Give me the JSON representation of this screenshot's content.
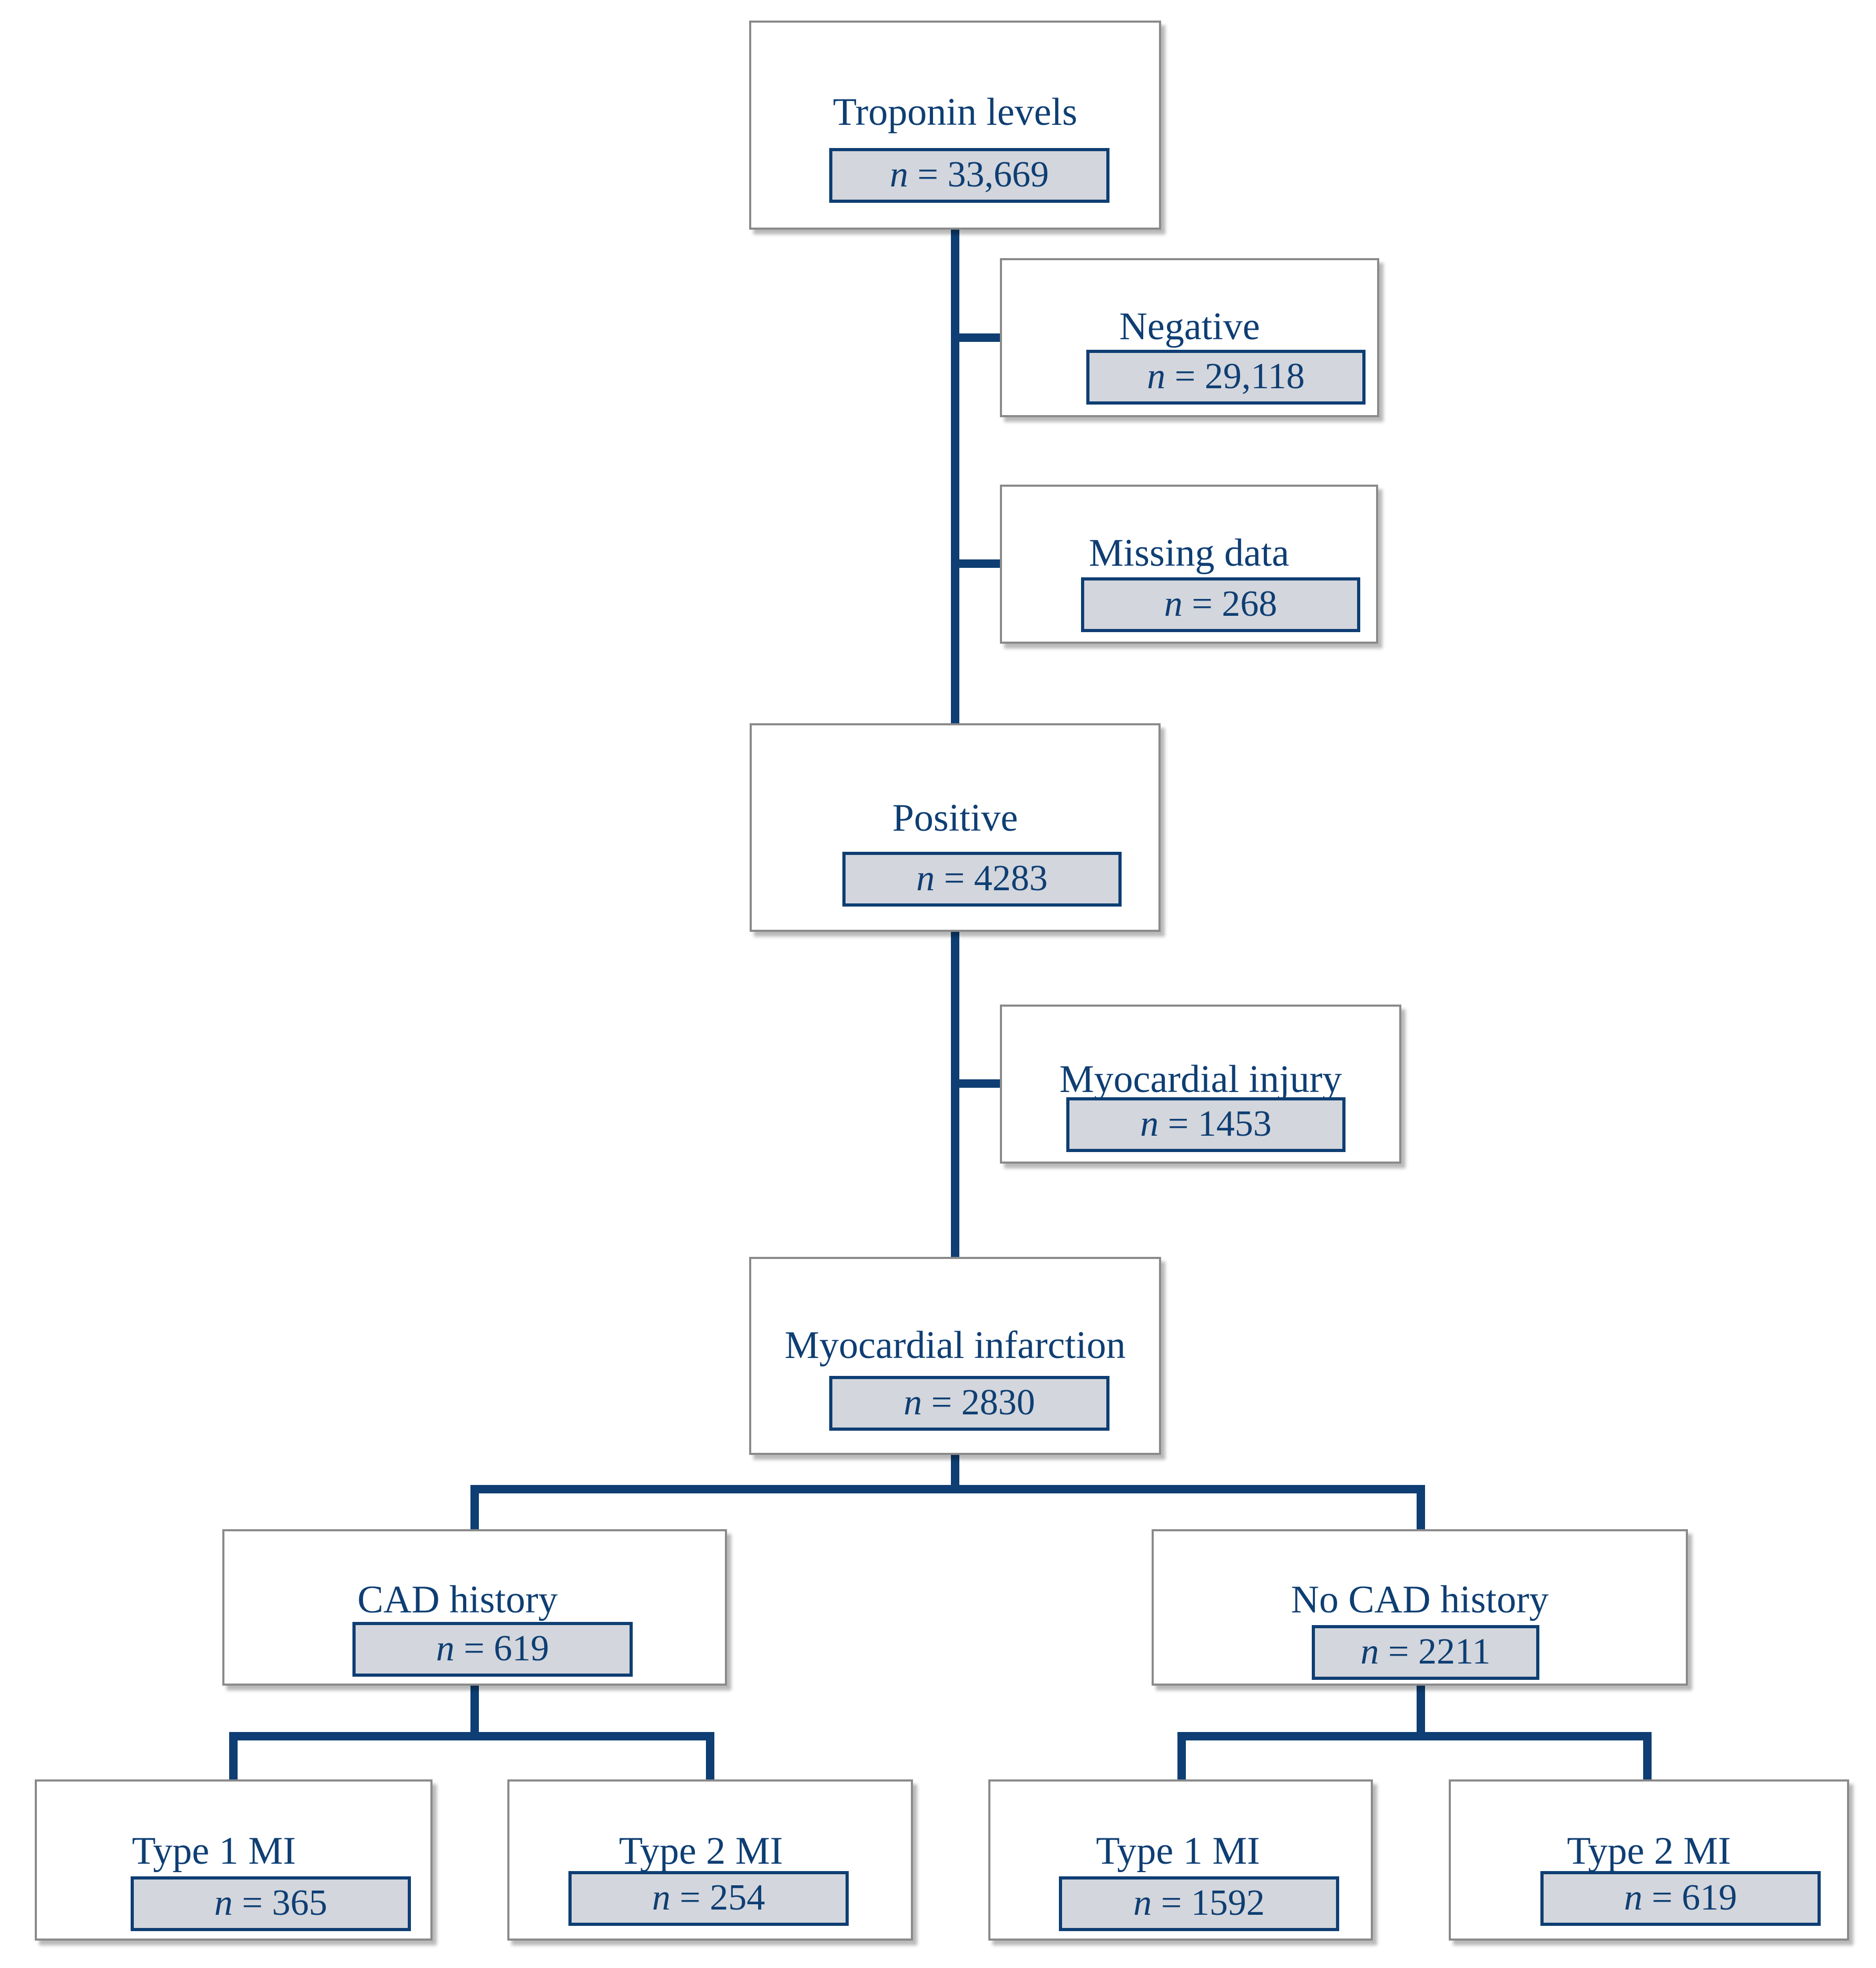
{
  "colors": {
    "primary": "#0e3e73",
    "count_fill": "#d3d6dc",
    "box_border": "#8a8a8a"
  },
  "n_symbol": "n",
  "nodes": {
    "troponin": {
      "label": "Troponin levels",
      "count": " = 33,669"
    },
    "negative": {
      "label": "Negative",
      "count": " = 29,118"
    },
    "missing": {
      "label": "Missing data",
      "count": " = 268"
    },
    "positive": {
      "label": "Positive",
      "count": " = 4283"
    },
    "injury": {
      "label": "Myocardial injury",
      "count": " = 1453"
    },
    "infarction": {
      "label": "Myocardial infarction",
      "count": " = 2830"
    },
    "cad": {
      "label": "CAD history",
      "count": " = 619"
    },
    "nocad": {
      "label": "No CAD history",
      "count": " = 2211"
    },
    "cad_t1": {
      "label": "Type 1 MI",
      "count": " = 365"
    },
    "cad_t2": {
      "label": "Type 2 MI",
      "count": " = 254"
    },
    "nocad_t1": {
      "label": "Type 1 MI",
      "count": " = 1592"
    },
    "nocad_t2": {
      "label": "Type 2 MI",
      "count": " = 619"
    }
  }
}
